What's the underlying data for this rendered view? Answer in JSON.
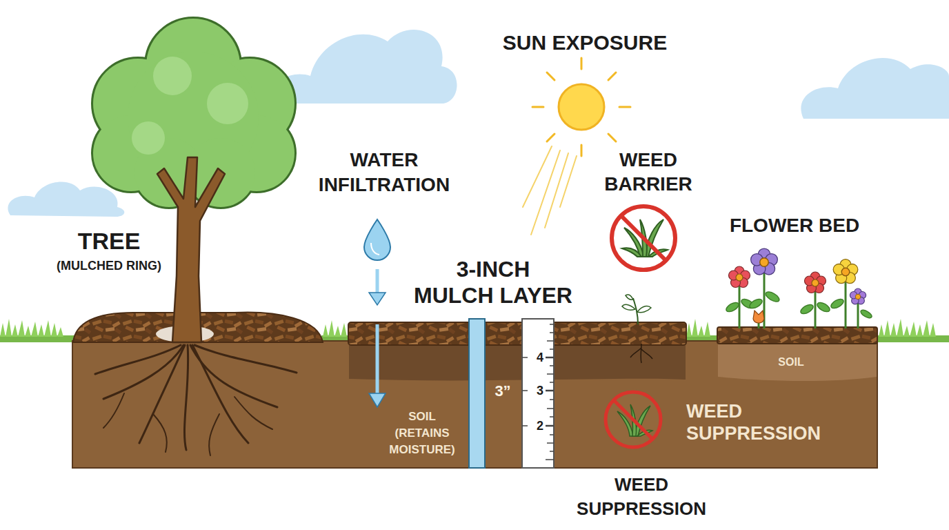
{
  "diagram": {
    "labels": [
      "SUN EXPOSURE",
      "WATER INFILTRATION",
      "WEED BARRIER",
      "FLOWER BED",
      "TREE",
      "(MULCHED RING)",
      "3-INCH MULCH LAYER",
      "SOIL (RETAINS MOISTURE)",
      "3”",
      "4",
      "3",
      "2",
      "SOIL",
      "WEED SUPPRESSION",
      "WEED SUPPRESSION"
    ]
  }
}
